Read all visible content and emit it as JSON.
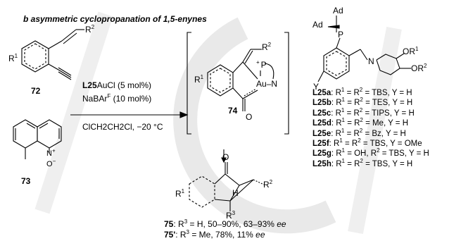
{
  "colors": {
    "ink": "#000000",
    "watermark": "#e6e6e6"
  },
  "title": "b  asymmetric cyclopropanation of 1,5-enynes",
  "left_structure": {
    "r1": "R",
    "r1_sup": "1",
    "r2": "R",
    "r2_sup": "2",
    "label": "72"
  },
  "n_oxide": {
    "n": "N",
    "plus": "+",
    "o": "O",
    "minus": "−",
    "label": "73"
  },
  "conditions": {
    "catalyst_bold": "L25",
    "catalyst_rest": "AuCl (5 mol%)",
    "additive_main": "NaBAr",
    "additive_sup": "F",
    "additive_rest": " (10 mol%)",
    "solvent": "ClCH2CH2Cl, −20 °C"
  },
  "intermediate": {
    "r1": "R",
    "r1_sup": "1",
    "r2": "R",
    "r2_sup": "2",
    "plus": "+",
    "au": "Au",
    "n": "N",
    "p": "P",
    "o": "O",
    "label": "74"
  },
  "ligand_struct": {
    "ad1": "Ad",
    "ad2": "Ad",
    "p": "P",
    "n": "N",
    "or1": "OR",
    "or1_sup": "1",
    "or2": "OR",
    "or2_sup": "2",
    "y": "Y"
  },
  "ligands": [
    {
      "name": "L25a",
      "desc_a": ": R",
      "s1": "1",
      "mid": " = R",
      "s2": "2",
      "tail": " = TBS, Y = H"
    },
    {
      "name": "L25b",
      "desc_a": ": R",
      "s1": "1",
      "mid": " = R",
      "s2": "2",
      "tail": " = TES, Y = H"
    },
    {
      "name": "L25c",
      "desc_a": ": R",
      "s1": "1",
      "mid": " = R",
      "s2": "2",
      "tail": " = TIPS, Y = H"
    },
    {
      "name": "L25d",
      "desc_a": ": R",
      "s1": "1",
      "mid": " = R",
      "s2": "2",
      "tail": " = Me, Y = H"
    },
    {
      "name": "L25e",
      "desc_a": ": R",
      "s1": "1",
      "mid": " = R",
      "s2": "2",
      "tail": " = Bz, Y = H"
    },
    {
      "name": "L25f",
      "desc_a": ": R",
      "s1": "1",
      "mid": " = R",
      "s2": "2",
      "tail": " = TBS, Y = OMe"
    },
    {
      "name": "L25g",
      "desc_a": ": R",
      "s1": "1",
      "mid": " = OH, R",
      "s2": "2",
      "tail": " = TBS, Y = H"
    },
    {
      "name": "L25h",
      "desc_a": ": R",
      "s1": "1",
      "mid": " = R",
      "s2": "2",
      "tail": " = TBS, Y = H"
    }
  ],
  "product": {
    "o": "O",
    "h": "H",
    "r1": "R",
    "r1_sup": "1",
    "r2": "R",
    "r2_sup": "2",
    "r3": "R",
    "r3_sup": "3"
  },
  "results": [
    {
      "cmpd": "75",
      "pre": ": R",
      "sup": "3",
      "text": " = H, 50–90%, 63–93% ",
      "ee": "ee"
    },
    {
      "cmpd": "75'",
      "pre": ": R",
      "sup": "3",
      "text": " = Me, 78%, 11% ",
      "ee": "ee"
    }
  ]
}
